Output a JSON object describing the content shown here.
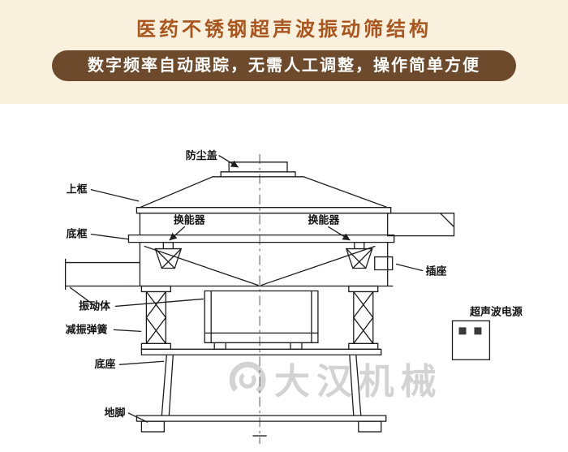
{
  "header": {
    "title": "医药不锈钢超声波振动筛结构",
    "banner": "数字频率自动跟踪，无需人工调整，操作简单方便"
  },
  "diagram": {
    "labels": {
      "dust_cover": "防尘盖",
      "upper_frame": "上框",
      "transducer_left": "换能器",
      "transducer_right": "换能器",
      "bottom_frame": "底框",
      "socket": "插座",
      "vibration_body": "振动体",
      "damping_spring": "减振弹簧",
      "base": "底座",
      "foot": "地脚",
      "ultrasonic_power": "超声波电源"
    },
    "watermark": "大汉机械"
  },
  "colors": {
    "title_text": "#a9551d",
    "banner_background": "#6d4a2c",
    "banner_text": "#ffffff",
    "top_band_background": "#f9f0de",
    "content_background": "#ffffff",
    "diagram_line": "#1c1c1c",
    "watermark": "#cccccc"
  }
}
